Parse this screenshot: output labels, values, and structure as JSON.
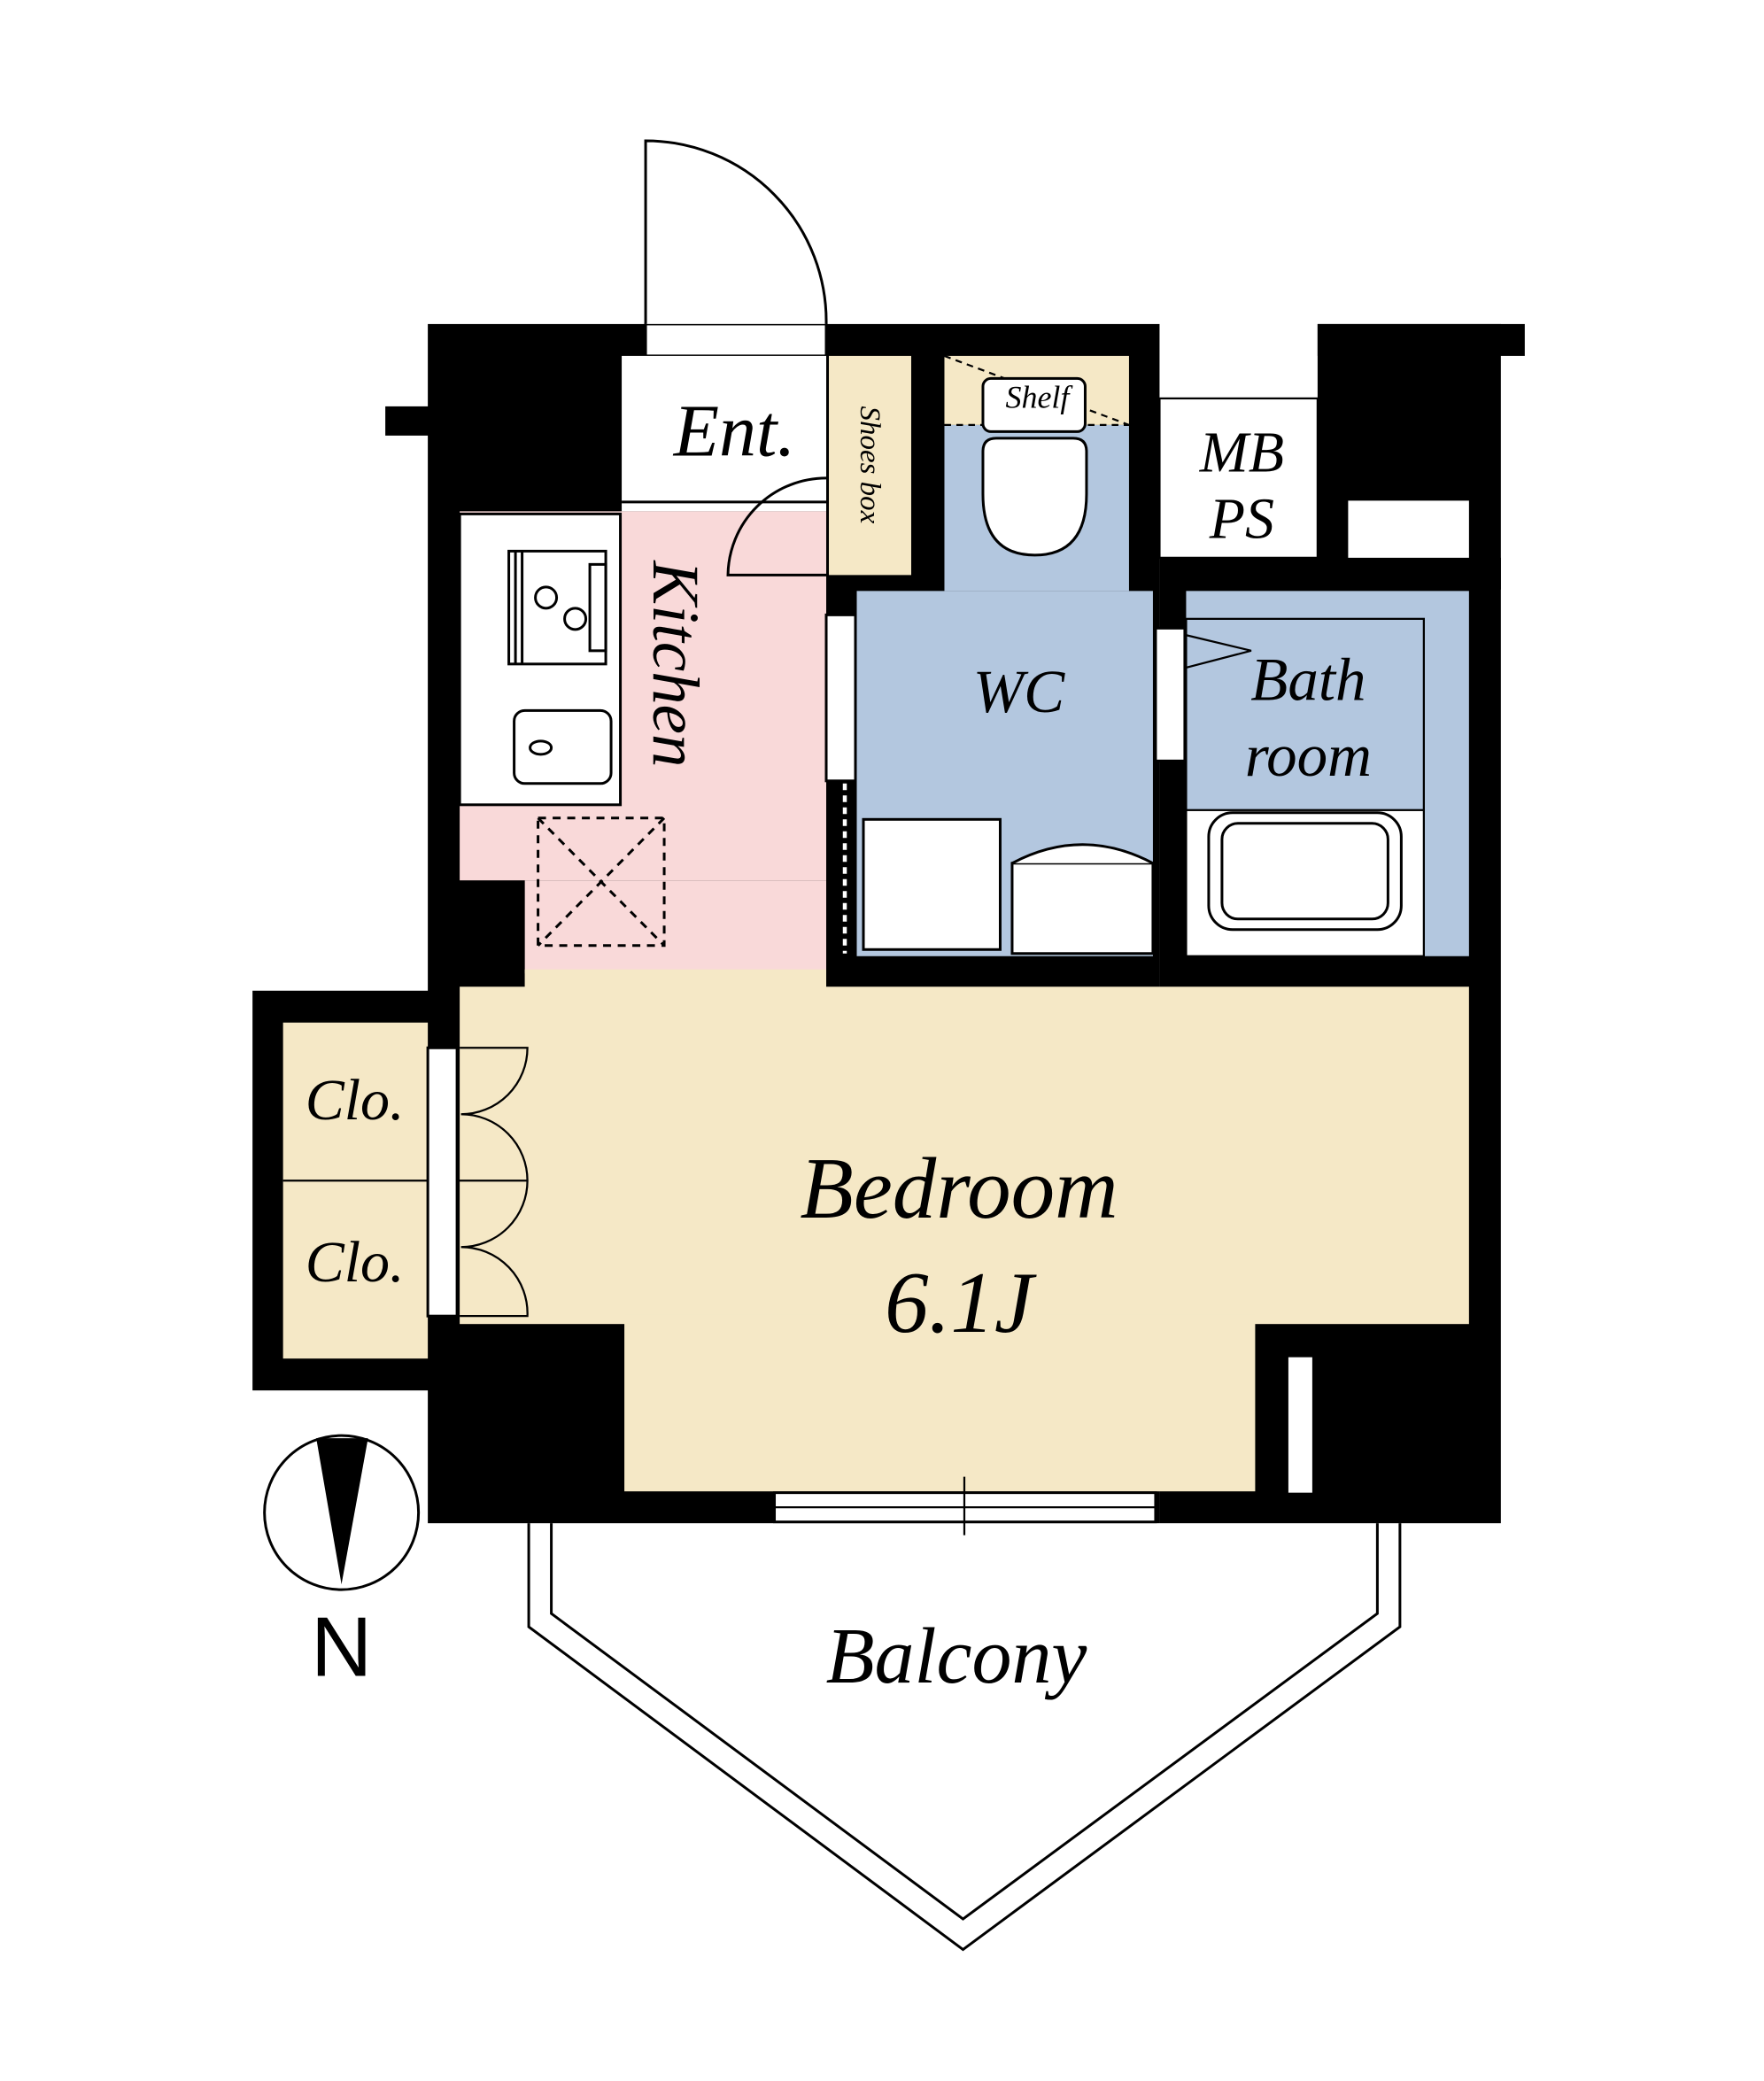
{
  "rooms": {
    "entrance": "Ent.",
    "shoes_box": "Shoes box",
    "shelf": "Shelf",
    "kitchen": "Kitchen",
    "wc": "WC",
    "bath_line1": "Bath",
    "bath_line2": "room",
    "mb_line1": "MB",
    "mb_line2": "PS",
    "closet_1": "Clo.",
    "closet_2": "Clo.",
    "bedroom": "Bedroom",
    "bedroom_size": "6.1J",
    "balcony": "Balcony"
  },
  "compass": {
    "label": "N"
  },
  "colors": {
    "kitchen": "#f9d9d9",
    "wet": "#b3c7df",
    "living": "#f5e8c6",
    "wall": "#000000"
  }
}
